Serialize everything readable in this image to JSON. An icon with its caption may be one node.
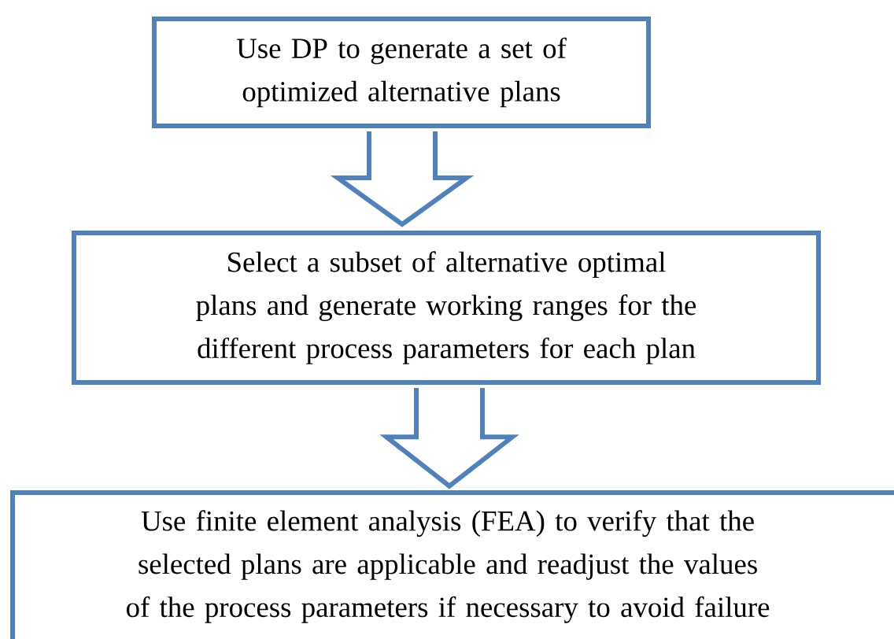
{
  "diagram": {
    "nodes": [
      {
        "text": [
          "Use DP to generate a set of optimized alternative plans"
        ]
      },
      {
        "text": [
          "Select a subset of alternative optimal plans and generate working ranges for the different process parameters for each plan"
        ]
      },
      {
        "text": [
          "Use finite element analysis (FEA) to verify that the selected plans are applicable and readjust the values of the process parameters if necessary to avoid failure"
        ]
      }
    ],
    "edges": [
      {
        "from": 0,
        "to": 1,
        "arrow": "to"
      },
      {
        "from": 1,
        "to": 2,
        "arrow": "to"
      }
    ]
  }
}
